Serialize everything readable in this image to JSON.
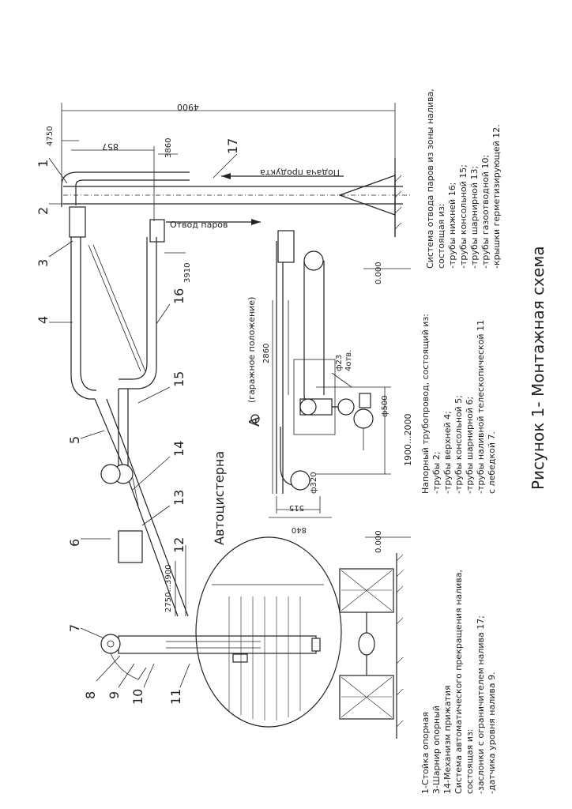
{
  "figure": {
    "caption": "Рисунок 1- Монтажная схема",
    "view_label": "А",
    "view_note": "(гаражное положение)",
    "tank_label": "Автоцистерна"
  },
  "flows": {
    "supply": "Подача продукта",
    "vapor": "Отвод паров"
  },
  "dimensions": {
    "total_height": "4900",
    "d4750": "4750",
    "d857": "857",
    "d3860": "3860",
    "d3910": "3910",
    "d2860": "2860",
    "range_1900_2000": "1900...2000",
    "range_2750_3900": "2750...3900",
    "d320": "ф320",
    "d515": "515",
    "d840": "840",
    "d500": "ф500",
    "holes": "ф23",
    "holes_count": "4отв.",
    "level_top": "0.000",
    "level_left": "0.000"
  },
  "callouts": [
    "1",
    "2",
    "3",
    "4",
    "5",
    "6",
    "7",
    "8",
    "9",
    "10",
    "11",
    "12",
    "13",
    "14",
    "15",
    "16",
    "17"
  ],
  "legend_left": [
    "1-Стойка опорная",
    "3-Шарнир опорный",
    "14-Механизм прижатия",
    "Система автоматического прекращения налива,",
    "состоящая из:",
    "-заслонки с ограничителем налива 17;",
    "-датчика уровня налива 9."
  ],
  "legend_middle": [
    "Напорный трубопровод, состоящий из:",
    "-трубы 2;",
    "-трубы верхней 4;",
    "-трубы консольной 5;",
    "-трубы шарнирной 6;",
    "-трубы наливной телескопической 11",
    "  с лебедкой 7."
  ],
  "legend_right": [
    "Система отвода паров из зоны налива,",
    "состоящая из:",
    "-трубы нижней 16;",
    "-трубы консольной 15;",
    "-трубы шарнирной 13;",
    "-трубы газоотводной 10;",
    "-крышки герметизирующей 12."
  ]
}
